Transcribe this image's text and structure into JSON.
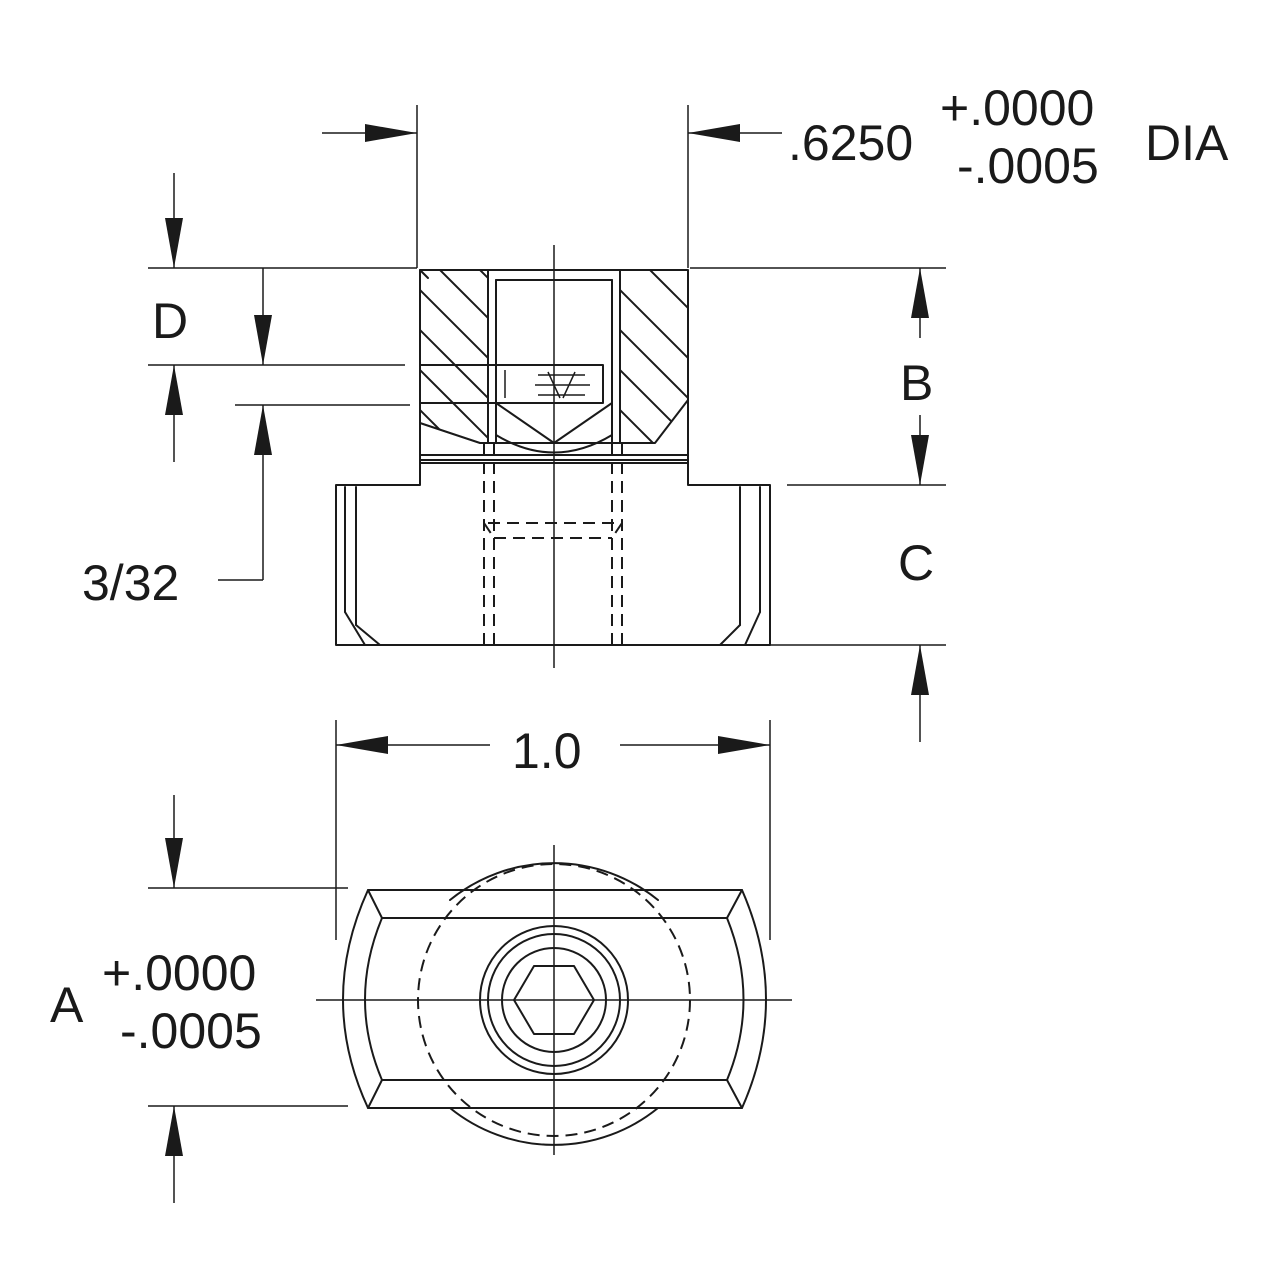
{
  "labels": {
    "dia_nominal": ".6250",
    "dia_plus": "+.0000",
    "dia_minus": "-.0005",
    "dia_suffix": "DIA",
    "d": "D",
    "b": "B",
    "c": "C",
    "fraction": "3/32",
    "width": "1.0",
    "a": "A",
    "a_plus": "+.0000",
    "a_minus": "-.0005"
  }
}
